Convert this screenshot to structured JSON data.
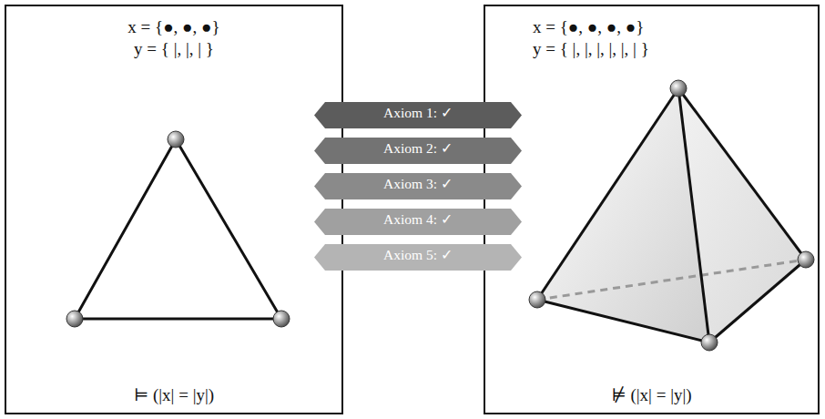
{
  "diagram": {
    "nodes": [
      {
        "text": [
          "x = {●, ●, ●}",
          "y = { |, |, | }",
          "⊨ (|x| = |y|)"
        ]
      },
      {
        "text": [
          "Axiom 1: ✓"
        ]
      },
      {
        "text": [
          "Axiom 2: ✓"
        ]
      },
      {
        "text": [
          "Axiom 3: ✓"
        ]
      },
      {
        "text": [
          "Axiom 4: ✓"
        ]
      },
      {
        "text": [
          "Axiom 5: ✓"
        ]
      },
      {
        "text": [
          "x = {●, ●, ●, ●}",
          "y = { |, |, |, |, |, | }",
          "⊭ (|x| = |y|)"
        ]
      }
    ]
  }
}
